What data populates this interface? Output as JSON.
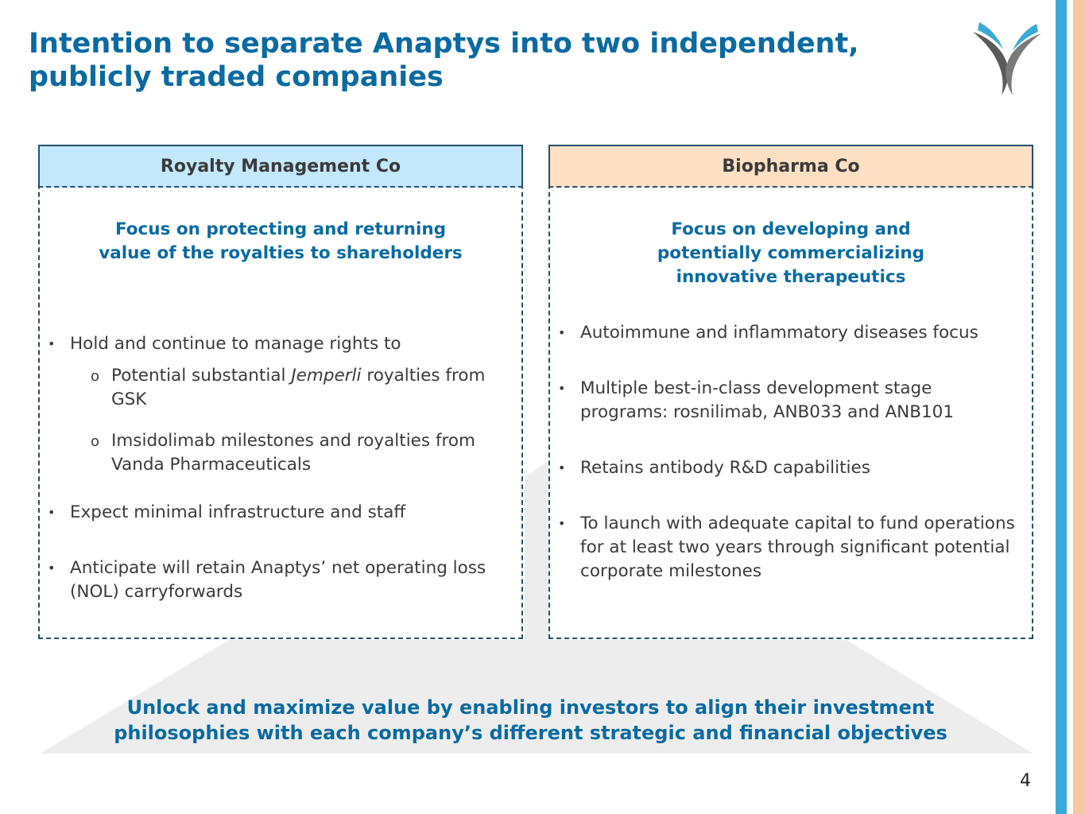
{
  "title": "Intention to separate Anaptys into two independent, publicly traded companies",
  "left": {
    "header": "Royalty Management Co",
    "focus_line1": "Focus on protecting and returning",
    "focus_line2": "value of the royalties to shareholders",
    "bullet1": "Hold and continue to manage rights to",
    "sub1_pre": "Potential substantial ",
    "sub1_italic": "Jemperli",
    "sub1_post": " royalties from GSK",
    "sub2": "Imsidolimab milestones and royalties from Vanda Pharmaceuticals",
    "bullet2": "Expect minimal infrastructure and staff",
    "bullet3": "Anticipate will retain Anaptys’ net operating loss (NOL) carryforwards"
  },
  "right": {
    "header": "Biopharma Co",
    "focus_line1": "Focus on developing and",
    "focus_line2": "potentially commercializing",
    "focus_line3": "innovative therapeutics",
    "bullet1": "Autoimmune and inflammatory diseases focus",
    "bullet2": "Multiple best-in-class development stage programs: rosnilimab, ANB033 and ANB101",
    "bullet3": "Retains antibody R&D capabilities",
    "bullet4": "To launch with adequate capital to fund operations for at least two years through significant potential corporate milestones"
  },
  "bottom_line1": "Unlock and maximize value by enabling investors to align their investment",
  "bottom_line2": "philosophies with each company’s different strategic and financial objectives",
  "page_number": "4",
  "bullet_glyph": "•",
  "sub_bullet_glyph": "o",
  "colors": {
    "title_blue": "#0a6aa1",
    "left_header_bg": "#c3e7fb",
    "right_header_bg": "#fde0c4",
    "stripe_blue": "#3aaad8",
    "stripe_peach": "#f5c9a0"
  },
  "icons": {
    "logo": "anaptys-logo-icon"
  }
}
